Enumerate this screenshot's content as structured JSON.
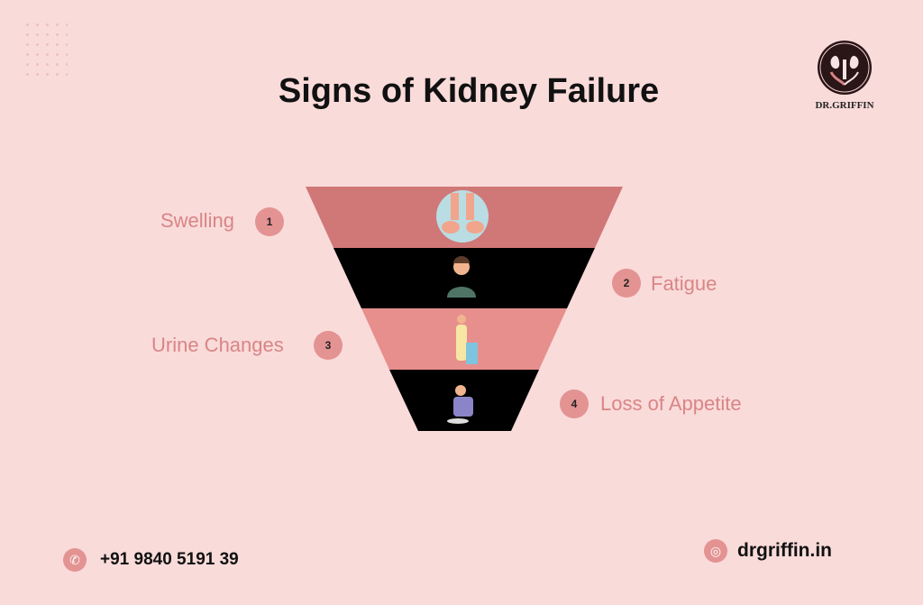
{
  "title": "Signs of Kidney Failure",
  "logo": {
    "text": "DR.GRIFFIN"
  },
  "signs": [
    {
      "number": "1",
      "label": "Swelling"
    },
    {
      "number": "2",
      "label": "Fatigue"
    },
    {
      "number": "3",
      "label": "Urine Changes"
    },
    {
      "number": "4",
      "label": "Loss of Appetite"
    }
  ],
  "footer": {
    "phone": "+91 9840 5191 39",
    "website": "drgriffin.in"
  },
  "colors": {
    "band1": "#cf7877",
    "band2": "#000000",
    "band3": "#e78f8d",
    "band4": "#000000",
    "background": "#f9dbda",
    "accent": "#e39392"
  }
}
